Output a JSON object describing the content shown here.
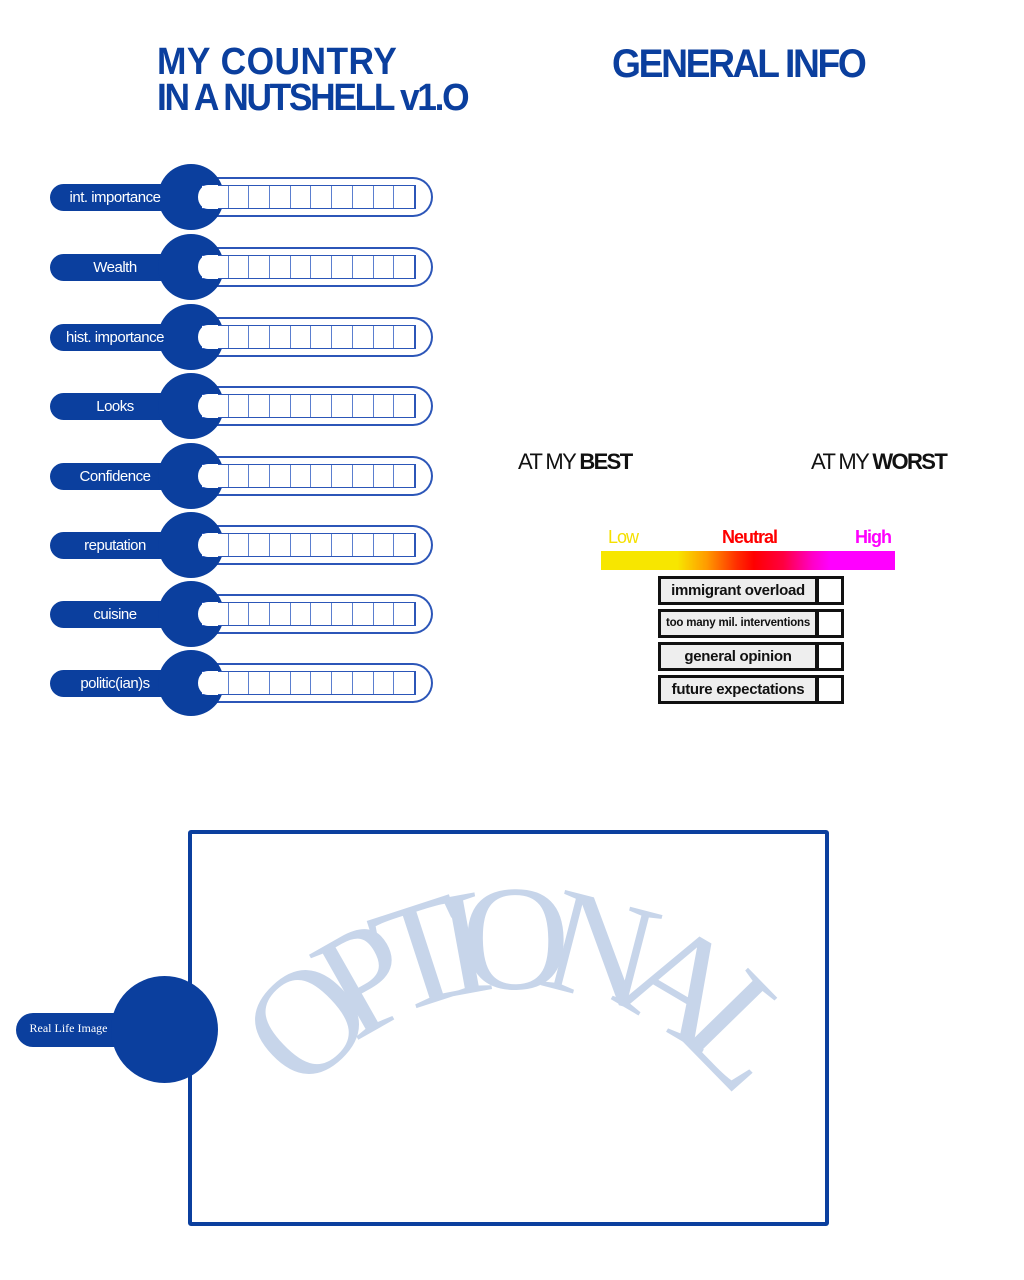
{
  "header": {
    "title_line1": "MY COUNTRY",
    "title_line2": "IN A NUTSHELL v1.O",
    "general_info_title": "GENERAL INFO"
  },
  "theme": {
    "primary": "#0b3f9e",
    "tube_stroke": "#2c56b8",
    "watermark": "#c7d5ea"
  },
  "gauges": [
    {
      "label": "int. importance",
      "value": 0,
      "max": 10
    },
    {
      "label": "Wealth",
      "value": 0,
      "max": 10
    },
    {
      "label": "hist. importance",
      "value": 0,
      "max": 10
    },
    {
      "label": "Looks",
      "value": 0,
      "max": 10
    },
    {
      "label": "Confidence",
      "value": 0,
      "max": 10
    },
    {
      "label": "reputation",
      "value": 0,
      "max": 10
    },
    {
      "label": "cuisine",
      "value": 0,
      "max": 10
    },
    {
      "label": "politic(ian)s",
      "value": 0,
      "max": 10
    }
  ],
  "best_worst": {
    "best_prefix": "AT MY ",
    "best_emph": "BEST",
    "worst_prefix": "AT MY ",
    "worst_emph": "WORST"
  },
  "scale": {
    "low": "Low",
    "neutral": "Neutral",
    "high": "High",
    "colors": {
      "low": "#f7e600",
      "neutral": "#ff0000",
      "high": "#ff00ff"
    }
  },
  "opinions": [
    {
      "label": "immigrant overload",
      "checked": false
    },
    {
      "label": "too many mil. interventions",
      "checked": false
    },
    {
      "label": "general opinion",
      "checked": false
    },
    {
      "label": "future expectations",
      "checked": false
    }
  ],
  "image_section": {
    "label": "Real Life Image",
    "watermark_text": "OPTIONAL"
  }
}
